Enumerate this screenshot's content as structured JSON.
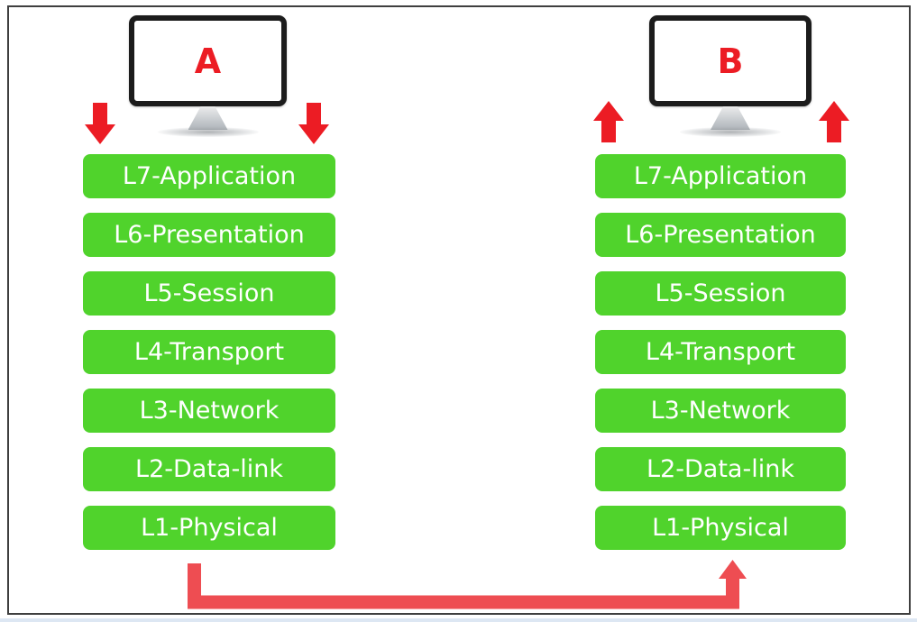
{
  "nodes": {
    "a": {
      "label": "A"
    },
    "b": {
      "label": "B"
    }
  },
  "stack_a": {
    "layers": [
      "L7-Application",
      "L6-Presentation",
      "L5-Session",
      "L4-Transport",
      "L3-Network",
      "L2-Data-link",
      "L1-Physical"
    ]
  },
  "stack_b": {
    "layers": [
      "L7-Application",
      "L6-Presentation",
      "L5-Session",
      "L4-Transport",
      "L3-Network",
      "L2-Data-link",
      "L1-Physical"
    ]
  },
  "colors": {
    "layer_green": "#50d32c",
    "arrow_red": "#ec1c24",
    "node_label_red": "#ec1c24",
    "connector_red": "#ee4d52",
    "frame_border": "#3f3f3f",
    "layer_text": "#ffffff"
  }
}
